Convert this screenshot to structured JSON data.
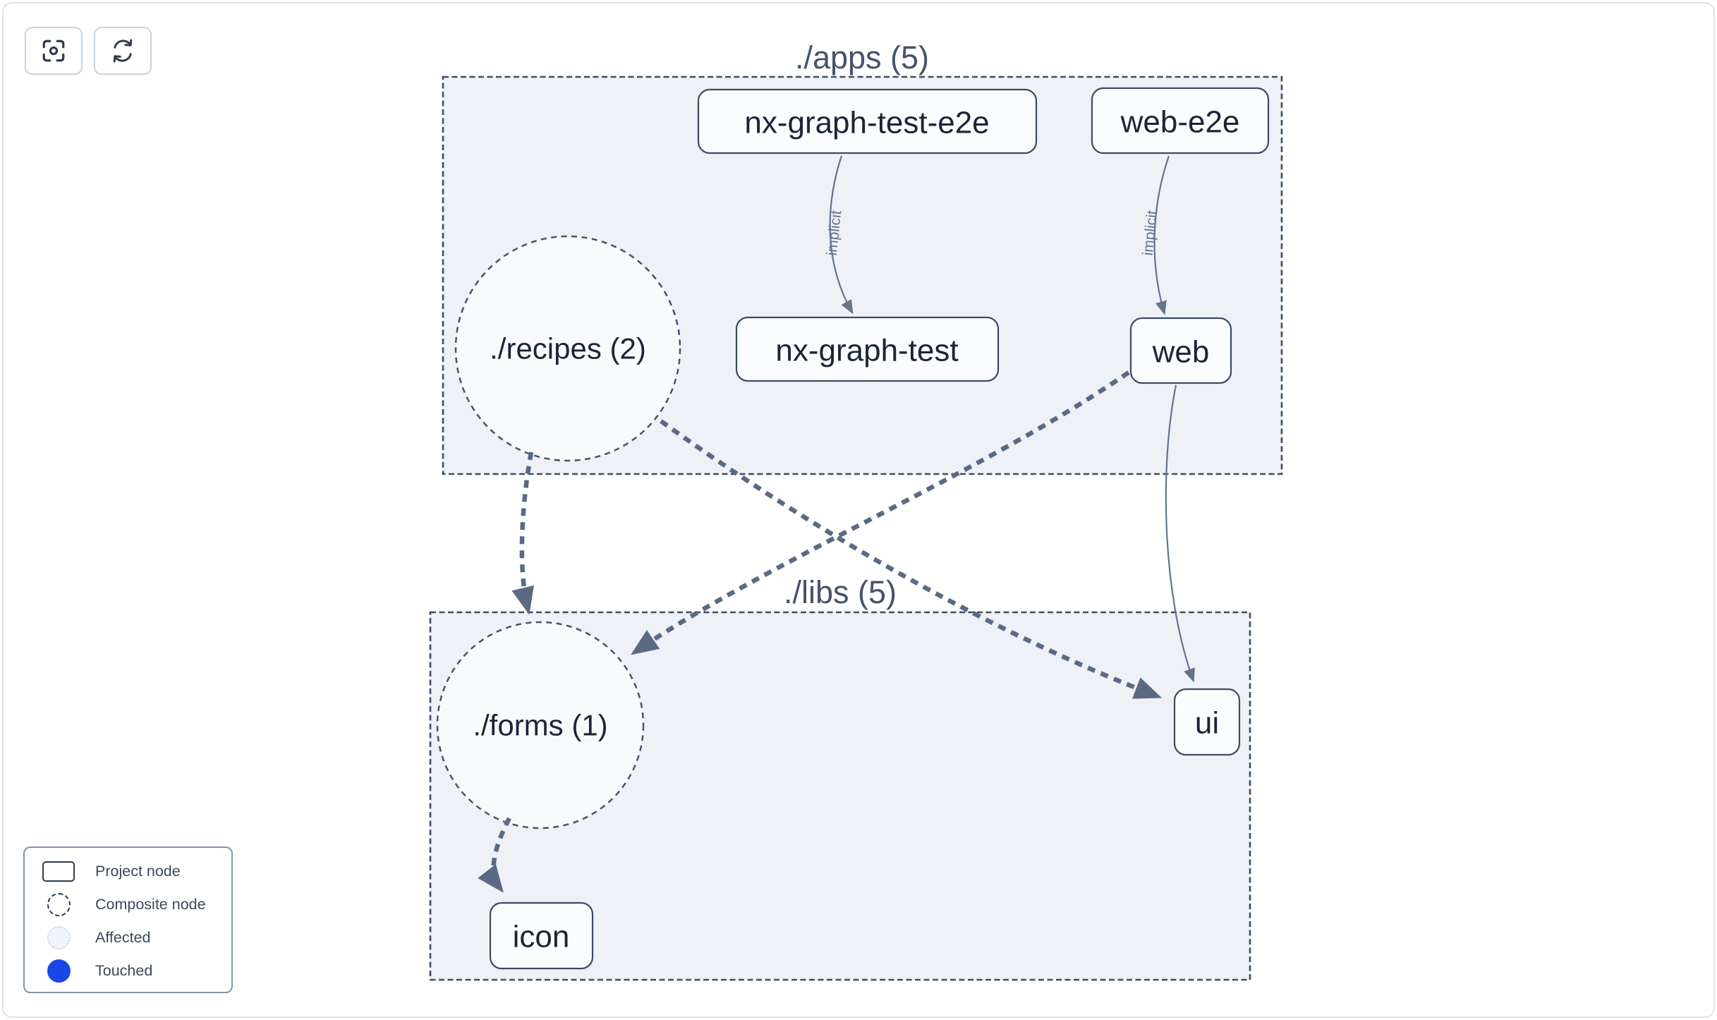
{
  "toolbar": {
    "buttons": [
      {
        "icon": "focus-icon"
      },
      {
        "icon": "refresh-icon"
      }
    ]
  },
  "graph": {
    "containers": [
      {
        "label": "./apps (5)"
      },
      {
        "label": "./libs (5)"
      }
    ],
    "composite_nodes": [
      {
        "label": "./recipes (2)"
      },
      {
        "label": "./forms (1)"
      }
    ],
    "project_nodes": [
      {
        "label": "nx-graph-test-e2e"
      },
      {
        "label": "web-e2e"
      },
      {
        "label": "nx-graph-test"
      },
      {
        "label": "web"
      },
      {
        "label": "ui"
      },
      {
        "label": "icon"
      }
    ],
    "edge_labels": [
      {
        "label": "implicit"
      },
      {
        "label": "implicit"
      }
    ],
    "edges": [
      {
        "from": "nx-graph-test-e2e",
        "to": "nx-graph-test",
        "style": "solid",
        "label": "implicit"
      },
      {
        "from": "web-e2e",
        "to": "web",
        "style": "solid",
        "label": "implicit"
      },
      {
        "from": "./recipes (2)",
        "to": "./forms (1)",
        "style": "dashed"
      },
      {
        "from": "./recipes (2)",
        "to": "ui",
        "style": "dashed"
      },
      {
        "from": "web",
        "to": "./forms (1)",
        "style": "dashed"
      },
      {
        "from": "web",
        "to": "ui",
        "style": "solid"
      },
      {
        "from": "./forms (1)",
        "to": "icon",
        "style": "dashed"
      }
    ]
  },
  "legend": {
    "items": [
      {
        "label": "Project node",
        "type": "project"
      },
      {
        "label": "Composite node",
        "type": "composite"
      },
      {
        "label": "Affected",
        "type": "affected"
      },
      {
        "label": "Touched",
        "type": "touched"
      }
    ]
  },
  "colors": {
    "touched_blue": "#1a46e5",
    "container_fill": "#eef1f6",
    "node_border": "#3d4a61",
    "edge_dashed": "#5a6a83",
    "edge_solid": "#64748b",
    "title_text": "#46536b"
  }
}
